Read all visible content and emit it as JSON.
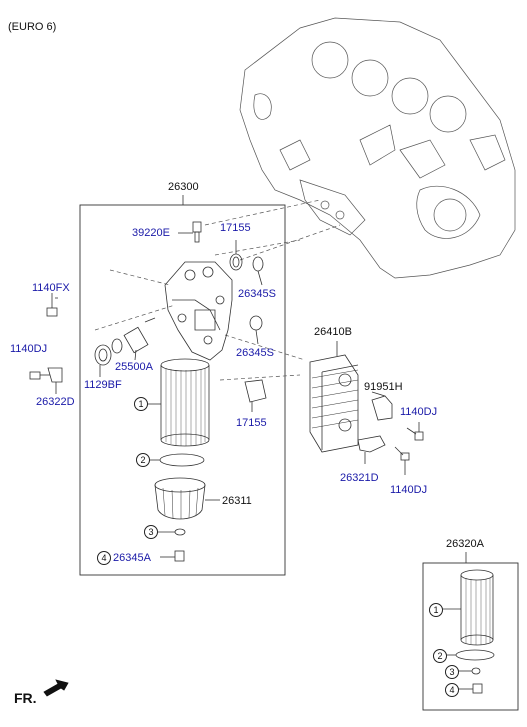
{
  "header": {
    "variant": "(EURO 6)"
  },
  "labels": {
    "assembly_26300": "26300",
    "part_39220E": "39220E",
    "part_17155_top": "17155",
    "part_1140FX": "1140FX",
    "part_26345S_upper": "26345S",
    "part_26345S_lower": "26345S",
    "part_1140DJ_left": "1140DJ",
    "part_25500A": "25500A",
    "part_1129BF": "1129BF",
    "part_26322D": "26322D",
    "part_17155_bottom": "17155",
    "part_26410B": "26410B",
    "part_91951H": "91951H",
    "part_1140DJ_right_top": "1140DJ",
    "part_26321D": "26321D",
    "part_1140DJ_right_bottom": "1140DJ",
    "part_26311": "26311",
    "part_26345A": "26345A",
    "kit_26320A": "26320A",
    "direction": "FR."
  },
  "callouts": {
    "c1": "1",
    "c2": "2",
    "c3": "3",
    "c4": "4",
    "k1": "1",
    "k2": "2",
    "k3": "3",
    "k4": "4"
  },
  "colors": {
    "part_number": "#1a1aa8",
    "line": "#333333"
  }
}
